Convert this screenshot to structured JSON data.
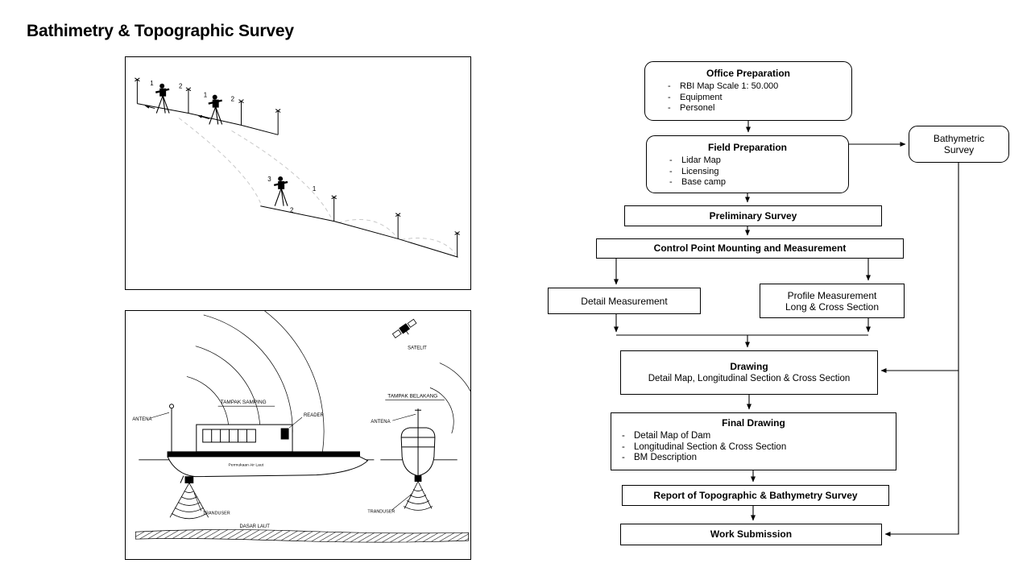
{
  "slide": {
    "title": "Bathimetry & Topographic Survey"
  },
  "flowchart": {
    "office_preparation": {
      "title": "Office Preparation",
      "items": [
        "RBI Map Scale 1: 50.000",
        "Equipment",
        "Personel"
      ]
    },
    "field_preparation": {
      "title": "Field Preparation",
      "items": [
        "Lidar Map",
        "Licensing",
        "Base camp"
      ]
    },
    "bathymetric_survey": {
      "line1": "Bathymetric",
      "line2": "Survey"
    },
    "preliminary_survey": {
      "title": "Preliminary Survey"
    },
    "control_point": {
      "title": "Control Point Mounting and Measurement"
    },
    "detail_measurement": {
      "title": "Detail Measurement"
    },
    "profile_measurement": {
      "line1": "Profile Measurement",
      "line2": "Long & Cross Section"
    },
    "drawing": {
      "title": "Drawing",
      "subtitle": "Detail Map, Longitudinal Section & Cross Section"
    },
    "final_drawing": {
      "title": "Final Drawing",
      "items": [
        "Detail Map of Dam",
        "Longitudinal Section & Cross Section",
        "BM Description"
      ]
    },
    "report": {
      "title": "Report of Topographic & Bathymetry Survey"
    },
    "work_submission": {
      "title": "Work Submission"
    }
  },
  "survey_diagram": {
    "markers": [
      "1",
      "2",
      "1",
      "2",
      "3",
      "1",
      "2"
    ]
  },
  "boat_diagram": {
    "satelit": "SATELIT",
    "tampak_samping": "TAMPAK SAMPING",
    "tampak_belakang": "TAMPAK BELAKANG",
    "antena_side": "ANTENA",
    "antena_rear": "ANTENA",
    "reader": "READER",
    "tranduser_side": "TRANDUSER",
    "tranduser_rear": "TRANDUSER",
    "permukaan_air_laut": "Permukaan Air Laut",
    "dasar_laut": "DASAR LAUT"
  },
  "colors": {
    "ink": "#000000",
    "background": "#ffffff",
    "faint_curve": "#c8c8c8"
  }
}
